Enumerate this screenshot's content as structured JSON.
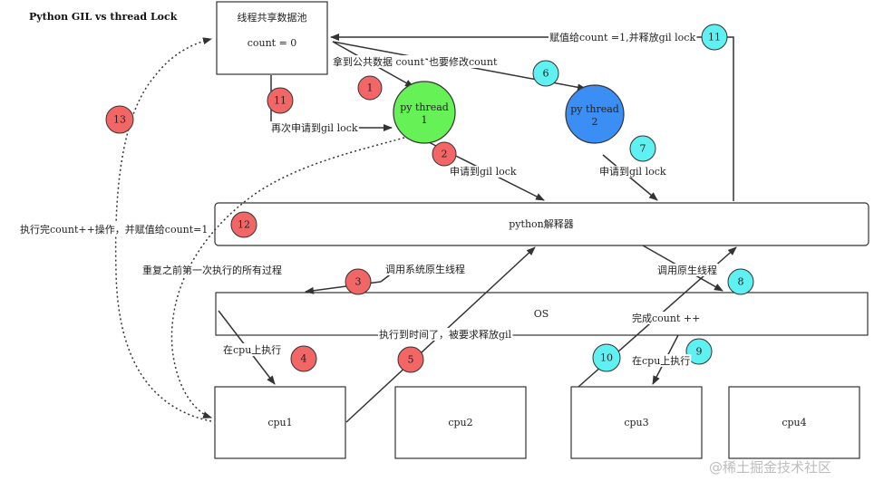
{
  "title": "Python GIL    vs thread Lock",
  "colors": {
    "red": "#f26666",
    "cyan": "#5ff0f2",
    "green": "#66f257",
    "blue": "#3b8ef4",
    "stroke": "#333333"
  },
  "boxes": {
    "pool_title": "线程共享数据池",
    "pool_count": "count = 0",
    "interpreter": "python解释器",
    "os": "OS",
    "cpu1": "cpu1",
    "cpu2": "cpu2",
    "cpu3": "cpu3",
    "cpu4": "cpu4"
  },
  "threads": {
    "t1_line1": "py thread",
    "t1_line2": "1",
    "t2_line1": "py thread",
    "t2_line2": "2"
  },
  "labels": {
    "l_get_data": "拿到公共数据 count",
    "l_also_modify": "也要修改count",
    "l_assign_release": "赋值给count =1,并释放gil lock",
    "l_reapply": "再次申请到gil lock",
    "l_apply1": "申请到gil lock",
    "l_apply2": "申请到gil lock",
    "l_call_sys": "调用系统原生线程",
    "l_call_native": "调用原生线程",
    "l_repeat": "重复之前第一次执行的所有过程",
    "l_exec_done": "执行完count++操作，并赋值给count=1",
    "l_timeout": "执行到时间了，被要求释放gil",
    "l_done_count": "完成count ++",
    "l_on_cpu_1": "在cpu上执行",
    "l_on_cpu_2": "在cpu上执行"
  },
  "steps": {
    "s1": "1",
    "s2": "2",
    "s3": "3",
    "s4": "4",
    "s5": "5",
    "s6": "6",
    "s7": "7",
    "s8": "8",
    "s9": "9",
    "s10": "10",
    "s11a": "11",
    "s11b": "11",
    "s12": "12",
    "s13": "13"
  },
  "watermark": "@稀土掘金技术社区"
}
